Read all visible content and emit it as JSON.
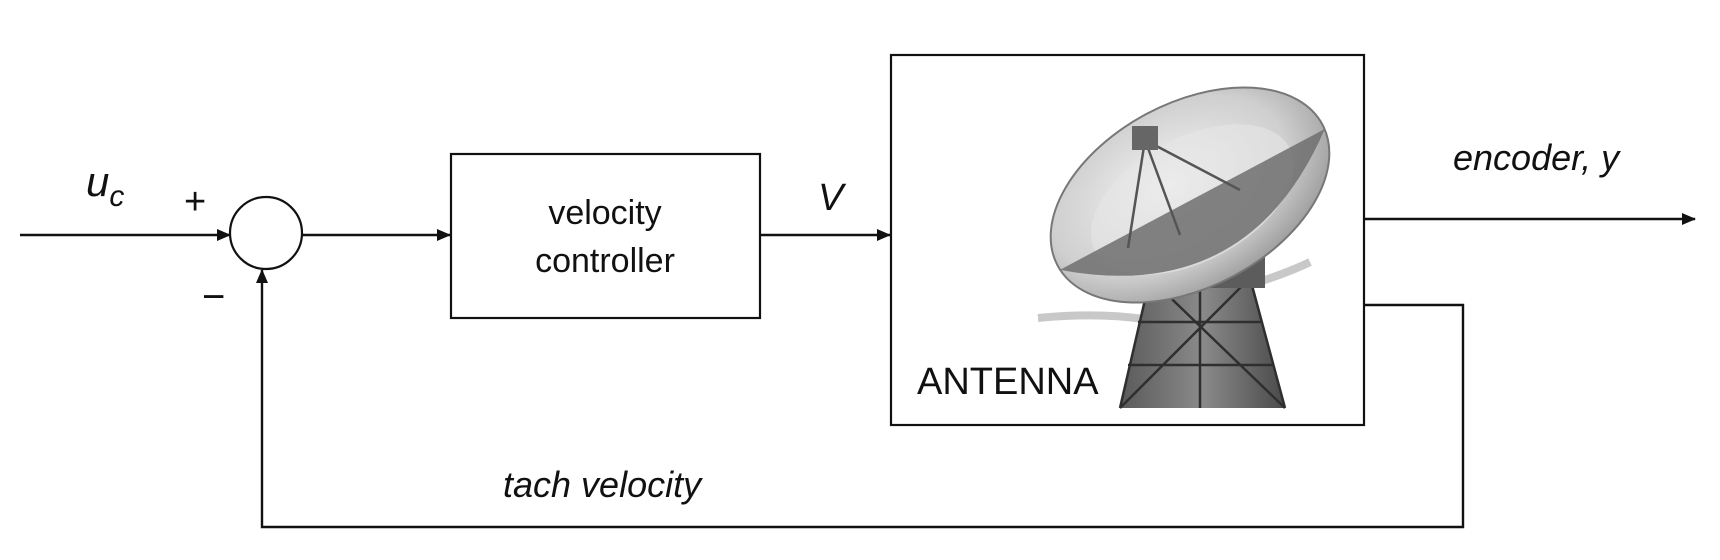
{
  "diagram": {
    "input": {
      "main": "u",
      "sub": "c"
    },
    "sum": {
      "plus": "+",
      "minus": "−"
    },
    "controller": {
      "line1": "velocity",
      "line2": "controller"
    },
    "signal_v": "V",
    "plant": {
      "label": "ANTENNA",
      "image": "radio-dish-antenna-icon"
    },
    "output": "encoder, y",
    "feedback": "tach velocity"
  },
  "colors": {
    "stroke": "#111111",
    "background": "#ffffff"
  }
}
